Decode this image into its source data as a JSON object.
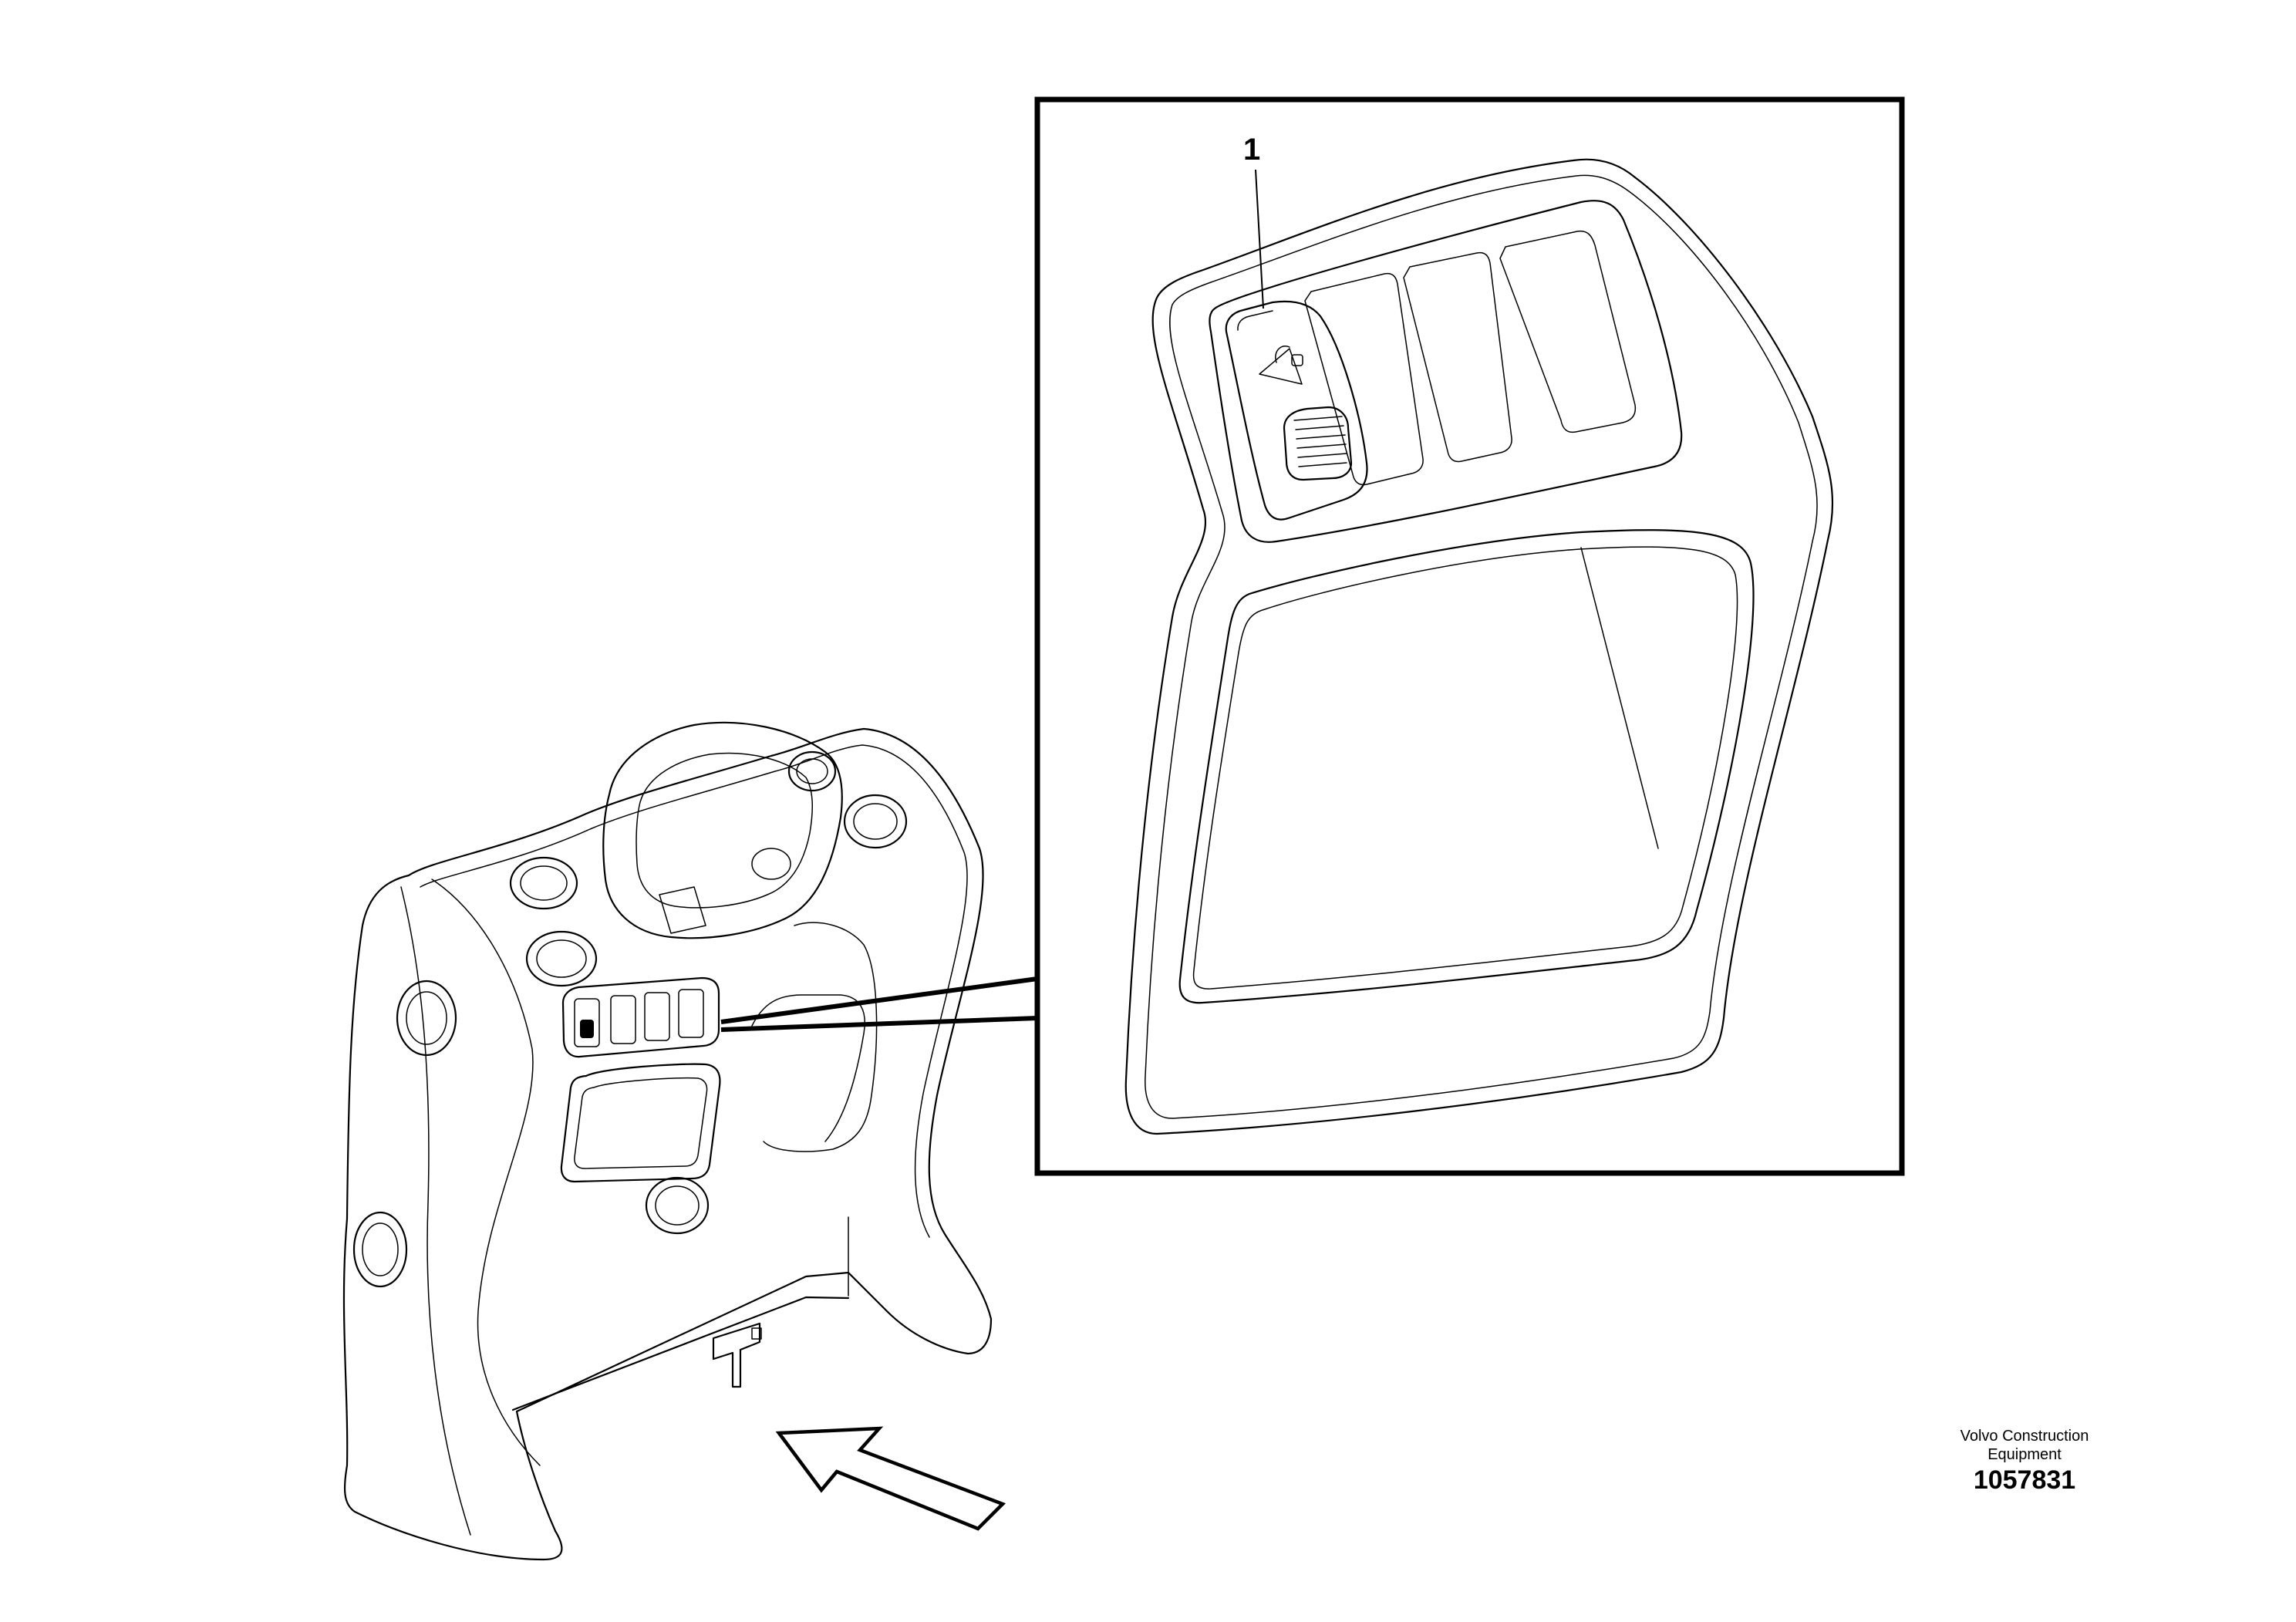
{
  "callout": {
    "number": "1"
  },
  "brand": {
    "line1": "Volvo Construction",
    "line2": "Equipment"
  },
  "part_number": "1057831",
  "icons": [
    "seat-lock-switch-icon",
    "direction-arrow-icon"
  ]
}
